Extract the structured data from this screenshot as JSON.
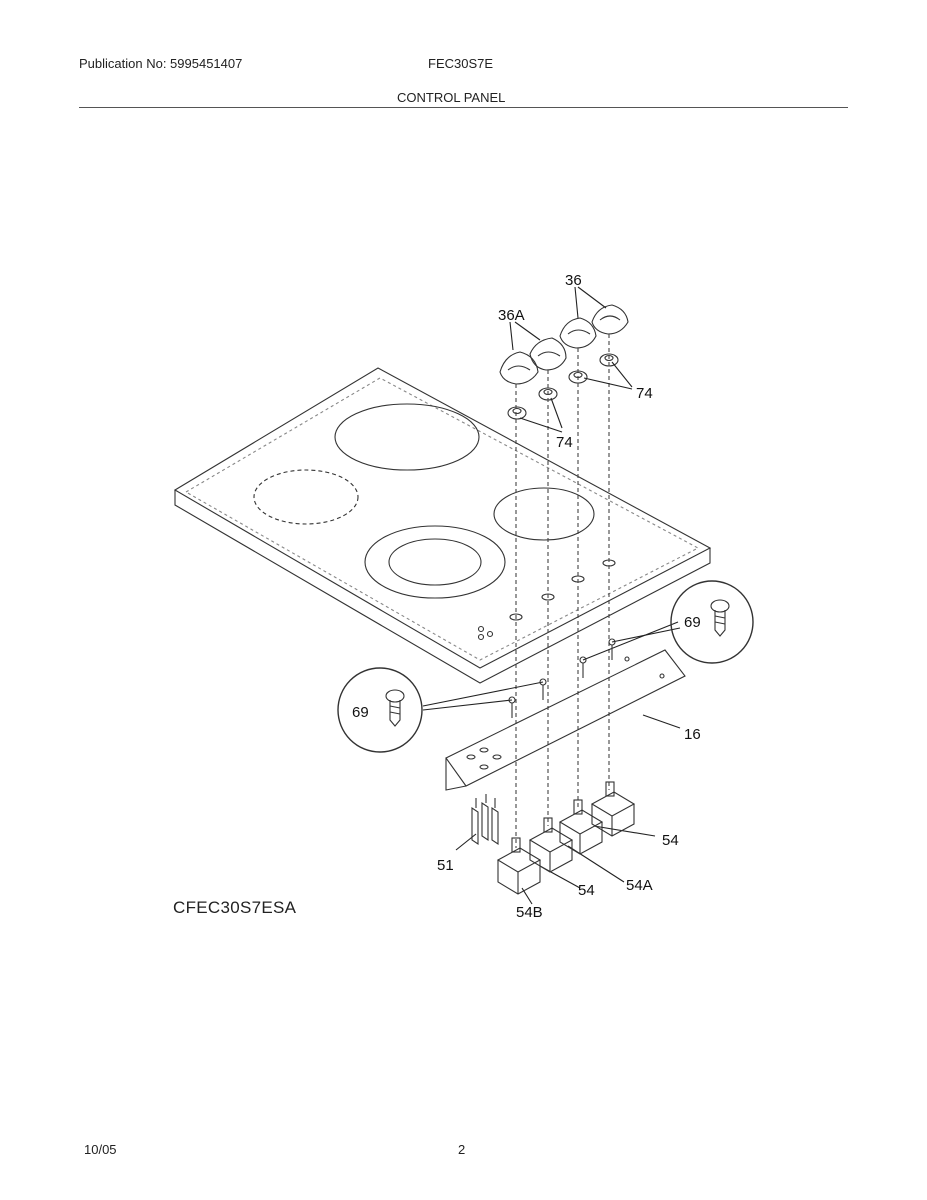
{
  "header": {
    "publication": "Publication No: 5995451407",
    "model": "FEC30S7E",
    "section": "CONTROL PANEL"
  },
  "footer": {
    "date": "10/05",
    "page": "2"
  },
  "diagram": {
    "model_code": "CFEC30S7ESA",
    "callouts": {
      "c36": "36",
      "c36a": "36A",
      "c74a": "74",
      "c74b": "74",
      "c69a": "69",
      "c69b": "69",
      "c16": "16",
      "c51": "51",
      "c54a": "54",
      "c54b": "54",
      "c54A": "54A",
      "c54B": "54B"
    }
  }
}
